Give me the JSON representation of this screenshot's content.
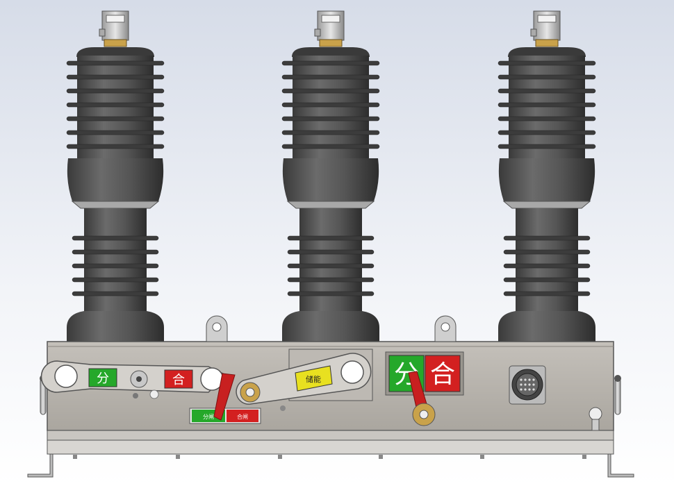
{
  "labels": {
    "open_short": "分",
    "close_short": "合",
    "open_main": "分",
    "close_main": "合",
    "counter_text": "储能",
    "small_green_text": "分闸",
    "small_red_text": "合闸"
  },
  "colors": {
    "background_top": "#d6dce8",
    "background_bottom": "#ffffff",
    "insulator": "#4d4d4d",
    "insulator_dark": "#2f2f2f",
    "insulator_light": "#6a6a6a",
    "cabinet": "#b4b0aa",
    "cabinet_dark": "#8c8882",
    "open_green": "#25a82a",
    "close_red": "#d32020",
    "counter_yellow": "#e8e020",
    "brass": "#c9a24a"
  }
}
